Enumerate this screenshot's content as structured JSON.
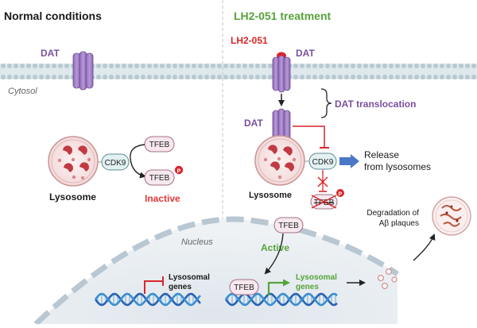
{
  "panels": {
    "left_title": "Normal conditions",
    "right_title": "LH2-051 treatment"
  },
  "labels": {
    "dat": "DAT",
    "lh2": "LH2-051",
    "cytosol": "Cytosol",
    "nucleus": "Nucleus",
    "lysosome": "Lysosome",
    "cdk9": "CDK9",
    "tfeb": "TFEB",
    "p": "P",
    "inactive": "Inactive",
    "active": "Active",
    "dat_translocation": "DAT translocation",
    "release_line1": "Release",
    "release_line2": "from lysosomes",
    "lysosomal_line1": "Lysosomal",
    "lysosomal_line2": "genes",
    "degradation_line1": "Degradation of",
    "degradation_line2": "Aβ plaques"
  },
  "colors": {
    "title_left": "#1a1a1a",
    "title_right": "#56a33a",
    "dat_purple": "#7a4fa0",
    "lh2_red": "#d9262a",
    "inactive_red": "#e0383b",
    "active_green": "#56a33a",
    "cdk9_fill": "#e3f1f2",
    "tfeb_fill": "#f6e8ee",
    "arrow_blue": "#4a78c8"
  },
  "icons": [
    "dat-transporter-icon",
    "lysosome-icon",
    "dna-helix-icon",
    "plaque-icon",
    "phosphate-icon",
    "inhibit-bar-icon"
  ]
}
